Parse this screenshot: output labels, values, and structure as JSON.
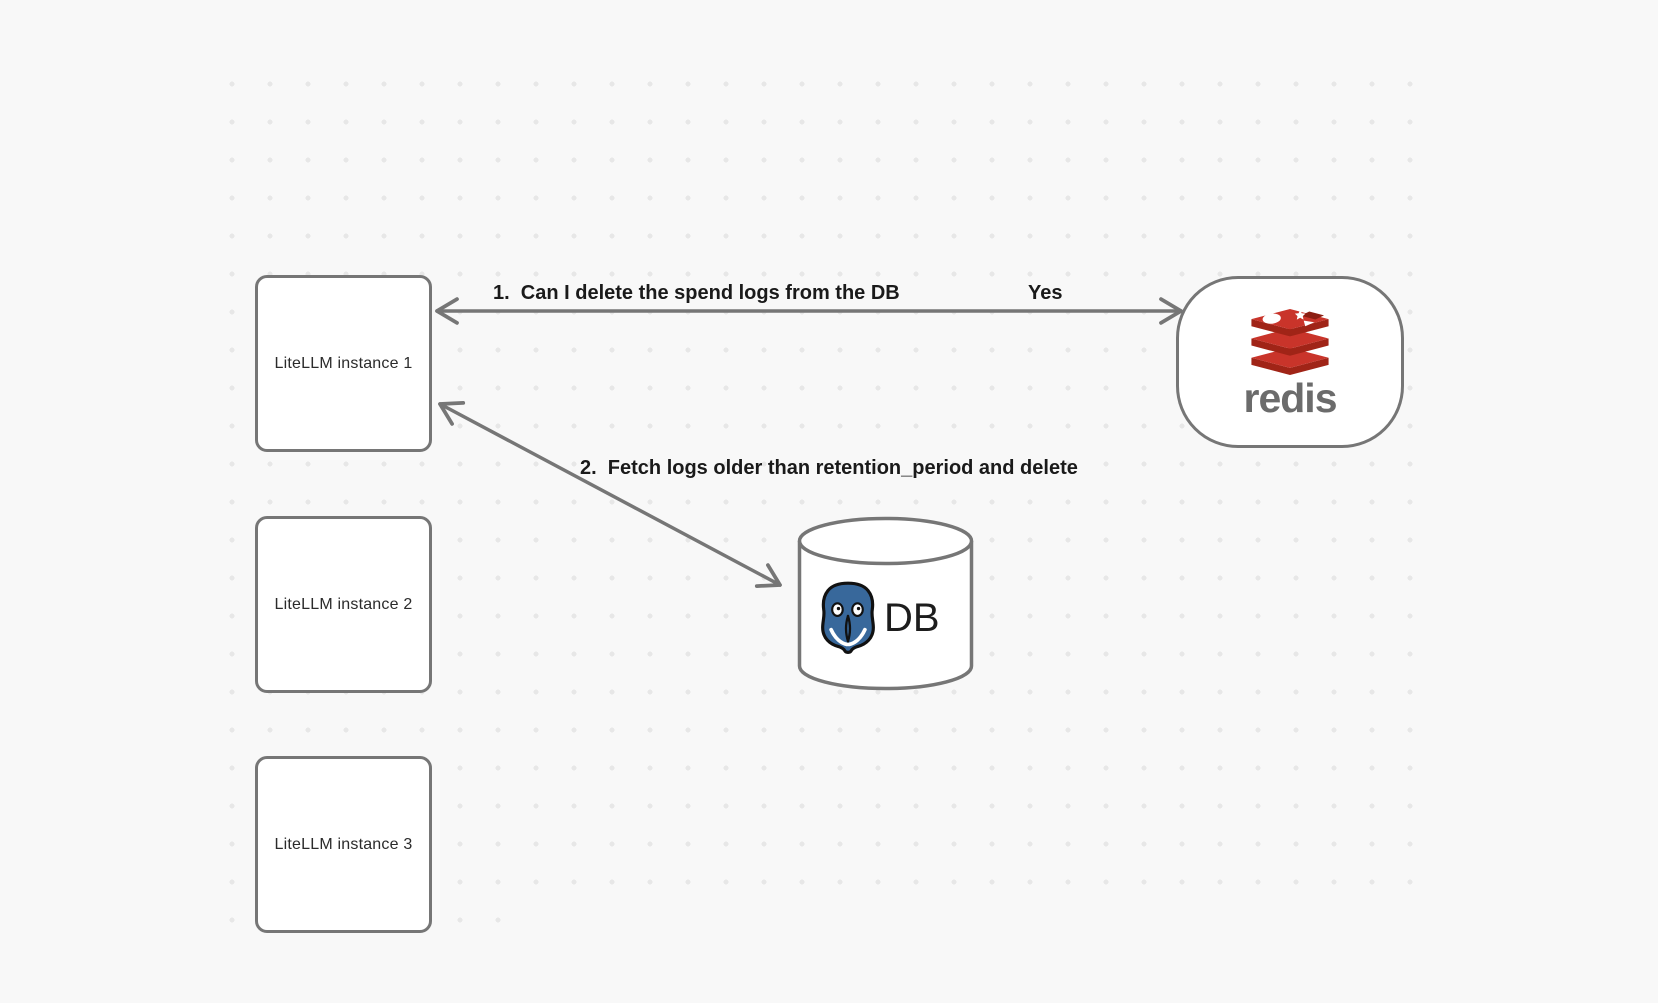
{
  "canvas": {
    "background": "#f8f8f8",
    "dot_color": "#e7e7e7",
    "stroke_color": "#767676",
    "label_color": "#1a1a1a"
  },
  "instances": [
    {
      "label": "LiteLLM instance 1"
    },
    {
      "label": "LiteLLM instance 2"
    },
    {
      "label": "LiteLLM instance 3"
    }
  ],
  "redis": {
    "wordmark": "redis",
    "logo_red": "#c9342a",
    "logo_dark_red": "#a02417",
    "logo_notch_red": "#8c1e12",
    "wordmark_color": "#6b6b6b"
  },
  "database": {
    "label": "DB",
    "elephant_blue": "#38689b"
  },
  "annotations": {
    "step1": "1.  Can I delete the spend logs from the DB",
    "step1_response": "Yes",
    "step2": "2.  Fetch logs older than retention_period and delete"
  }
}
